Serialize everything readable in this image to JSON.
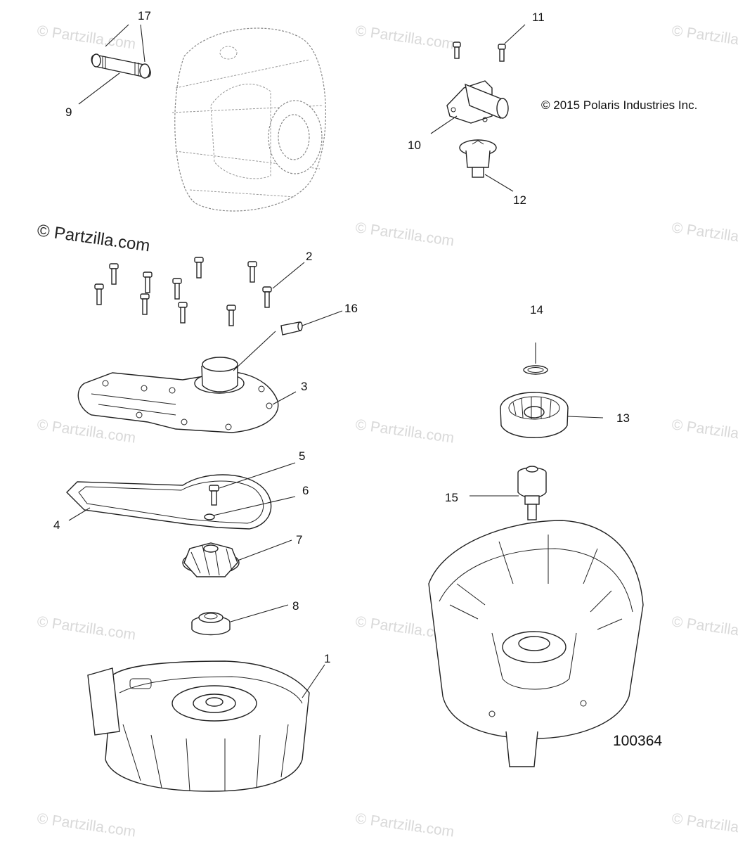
{
  "copyright": "© 2015 Polaris Industries Inc.",
  "figure_id": "100364",
  "watermark": "© Partzilla.com",
  "watermark_primary": "© Partzilla.com",
  "callouts": {
    "c1": "1",
    "c2": "2",
    "c3": "3",
    "c4": "4",
    "c5": "5",
    "c6": "6",
    "c7": "7",
    "c8": "8",
    "c9": "9",
    "c10": "10",
    "c11": "11",
    "c12": "12",
    "c13": "13",
    "c14": "14",
    "c15": "15",
    "c16": "16",
    "c17": "17"
  }
}
